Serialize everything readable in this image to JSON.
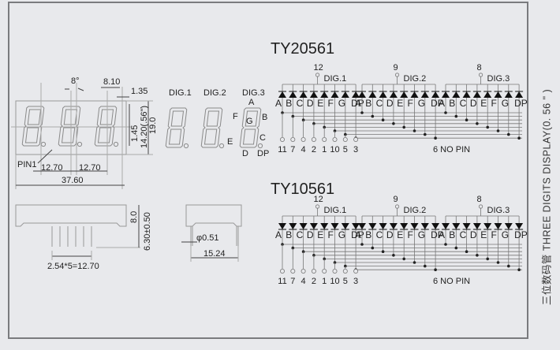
{
  "title_top": "TY20561",
  "title_bottom": "TY10561",
  "side_label": "三位数码管  THREE DIGITS DISPLAY(0. 56 \" )",
  "front_view": {
    "angle": "8°",
    "digit_width": "8.10",
    "dp_offset": "1.35",
    "seg_height_small": "1.45",
    "char_height": "14.20(.56\")",
    "total_height": "19.0",
    "pin1_label": "PIN1",
    "pitch_1": "12.70",
    "pitch_2": "12.70",
    "total_width": "37.60"
  },
  "digit_view": {
    "labels": [
      "DIG.1",
      "DIG.2",
      "DIG.3"
    ],
    "segments": {
      "A": "A",
      "B": "B",
      "C": "C",
      "D": "D",
      "E": "E",
      "F": "F",
      "G": "G",
      "DP": "DP"
    }
  },
  "side_view": {
    "body_height": "8.0",
    "pin_length": "6.30±0.50",
    "pin_spacing": "2.54*5=12.70"
  },
  "end_view": {
    "pin_dia": "φ0.51",
    "row_spacing": "15.24"
  },
  "schematics": [
    {
      "name": "TY20561",
      "diode_direction": "up",
      "commons": [
        {
          "pin": "12",
          "label": "DIG.1"
        },
        {
          "pin": "9",
          "label": "DIG.2"
        },
        {
          "pin": "8",
          "label": "DIG.3"
        }
      ],
      "segment_labels": [
        "A",
        "B",
        "C",
        "D",
        "E",
        "F",
        "G",
        "DP"
      ],
      "bottom_pins": [
        "11",
        "7",
        "4",
        "2",
        "1",
        "10",
        "5",
        "3"
      ],
      "no_pin_note": "6  NO  PIN"
    },
    {
      "name": "TY10561",
      "diode_direction": "down",
      "commons": [
        {
          "pin": "12",
          "label": "DIG.1"
        },
        {
          "pin": "9",
          "label": "DIG.2"
        },
        {
          "pin": "8",
          "label": "DIG.3"
        }
      ],
      "segment_labels": [
        "A",
        "B",
        "C",
        "D",
        "E",
        "F",
        "G",
        "DP"
      ],
      "bottom_pins": [
        "11",
        "7",
        "4",
        "2",
        "1",
        "10",
        "5",
        "3"
      ],
      "no_pin_note": "6  NO  PIN"
    }
  ]
}
